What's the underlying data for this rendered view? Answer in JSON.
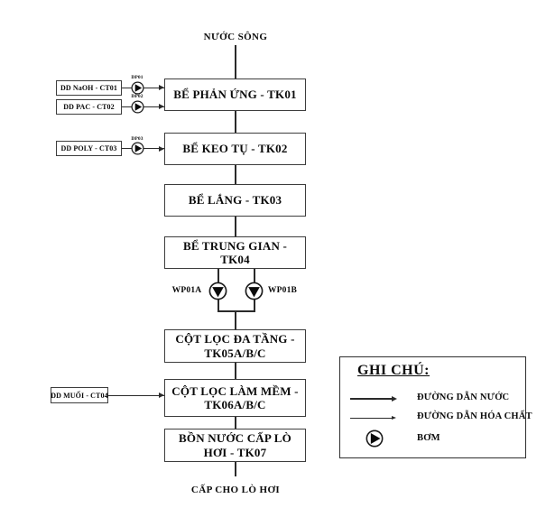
{
  "diagram": {
    "inlet_label": "NƯỚC SÔNG",
    "outlet_label": "CẤP CHO LÒ HƠI",
    "tanks": [
      {
        "label": "BỂ PHẢN ỨNG - TK01"
      },
      {
        "label": "BỂ KEO TỤ - TK02"
      },
      {
        "label": "BỂ LẮNG - TK03"
      },
      {
        "label": "BỂ TRUNG GIAN -\nTK04"
      },
      {
        "label": "CỘT LỌC ĐA TẦNG -\nTK05A/B/C"
      },
      {
        "label": "CỘT LỌC LÀM MỀM -\nTK06A/B/C"
      },
      {
        "label": "BỒN NƯỚC CẤP LÒ\nHƠI - TK07"
      }
    ],
    "chemical_feeds": [
      {
        "box_label": "DD NaOH - CT01",
        "pump_label": "DP01"
      },
      {
        "box_label": "DD PAC - CT02",
        "pump_label": "DP02"
      },
      {
        "box_label": "DD POLY - CT03",
        "pump_label": "DP03"
      },
      {
        "box_label": "DD MUỐI - CT04"
      }
    ],
    "transfer_pumps": [
      {
        "label": "WP01A"
      },
      {
        "label": "WP01B"
      }
    ]
  },
  "legend": {
    "title": "GHI CHÚ:",
    "items": [
      {
        "symbol": "water-line",
        "label": "ĐƯỜNG DẪN NƯỚC"
      },
      {
        "symbol": "chemical-line",
        "label": "ĐƯỜNG DẪN HÓA CHẤT"
      },
      {
        "symbol": "pump",
        "label": "BƠM"
      }
    ]
  },
  "colors": {
    "line": "#2a2a2a",
    "border": "#3d3d3d",
    "text": "#0a0a0a",
    "background": "#ffffff"
  }
}
